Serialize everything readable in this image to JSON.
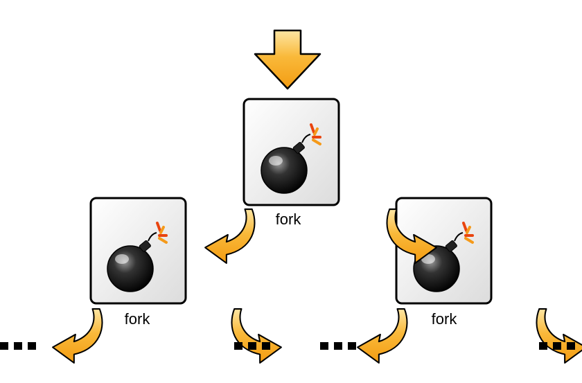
{
  "diagram": {
    "nodes": [
      {
        "id": "top",
        "icon": "bomb-icon",
        "label": "fork"
      },
      {
        "id": "left",
        "icon": "bomb-icon",
        "label": "fork"
      },
      {
        "id": "right",
        "icon": "bomb-icon",
        "label": "fork"
      }
    ],
    "edges": [
      {
        "from": "top",
        "to": "left"
      },
      {
        "from": "top",
        "to": "right"
      }
    ],
    "continuation_marks": [
      "■■■",
      "■■■",
      "■■■",
      "■■■"
    ],
    "entry_arrow": {
      "icon": "down-arrow-icon"
    },
    "colors": {
      "arrow_fill": "#f7a416",
      "arrow_light": "#fde6a3",
      "arrow_stroke": "#000000",
      "box_fill": "#f2f2f2",
      "box_stroke": "#000000",
      "bomb_body": "#111111",
      "spark": "#e9440f",
      "spark_alt": "#f59a1a"
    }
  }
}
